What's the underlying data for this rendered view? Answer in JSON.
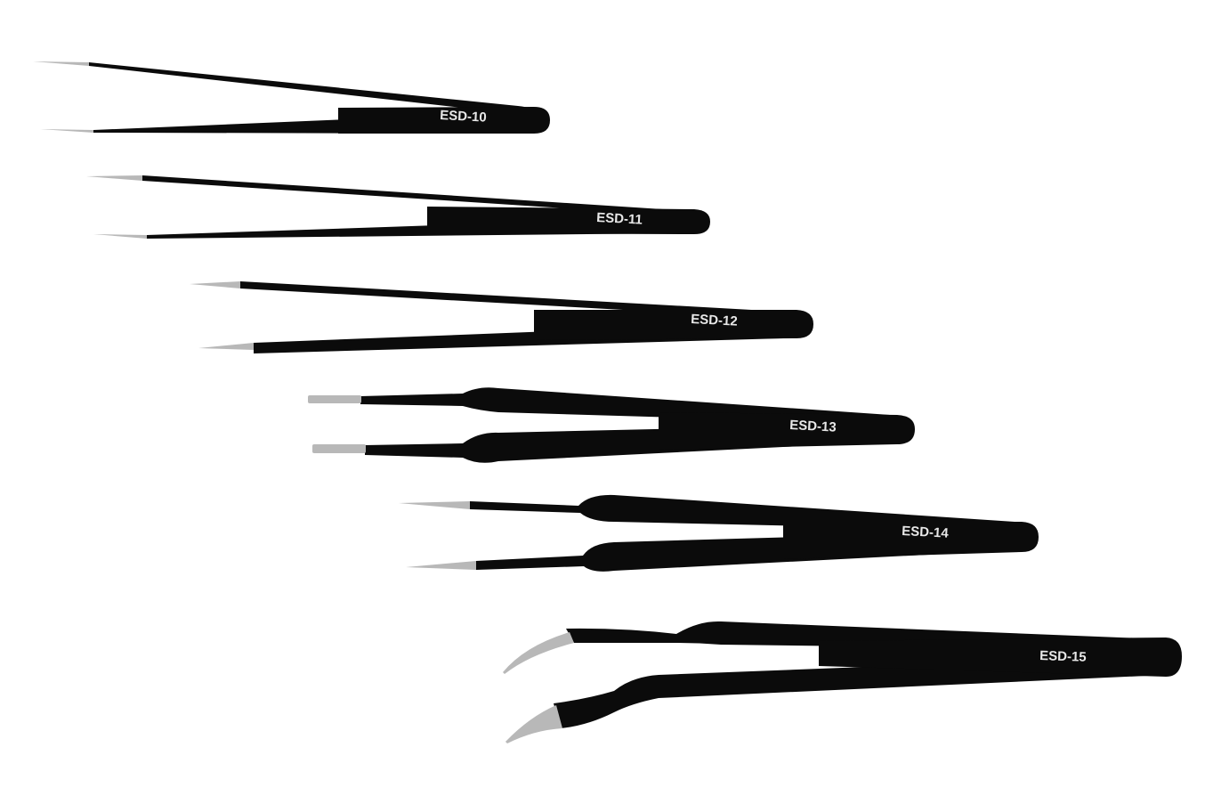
{
  "background_color": "#ffffff",
  "tweezer_color": "#0b0b0b",
  "tip_color": "#b8b8b8",
  "tweezers": [
    {
      "model": "ESD-10",
      "tip_style": "straight-fine"
    },
    {
      "model": "ESD-11",
      "tip_style": "straight-fine"
    },
    {
      "model": "ESD-12",
      "tip_style": "straight-fine"
    },
    {
      "model": "ESD-13",
      "tip_style": "flat-blunt"
    },
    {
      "model": "ESD-14",
      "tip_style": "straight-fine-stepped"
    },
    {
      "model": "ESD-15",
      "tip_style": "curved"
    }
  ]
}
